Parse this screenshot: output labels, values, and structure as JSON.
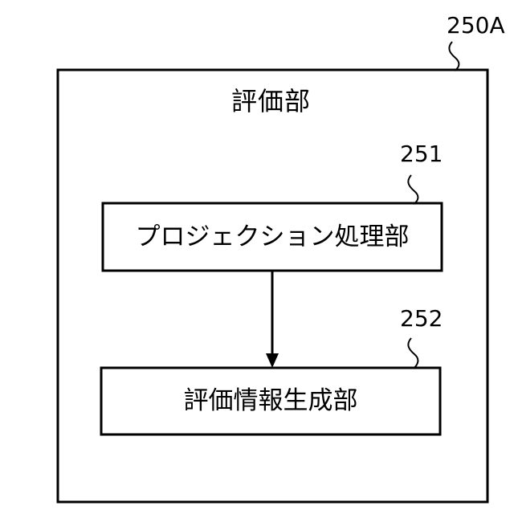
{
  "outer_block": {
    "ref": "250A",
    "title": "評価部"
  },
  "blocks": [
    {
      "ref": "251",
      "label": "プロジェクション処理部"
    },
    {
      "ref": "252",
      "label": "評価情報生成部"
    }
  ],
  "colors": {
    "stroke": "#000000",
    "background": "#ffffff"
  }
}
